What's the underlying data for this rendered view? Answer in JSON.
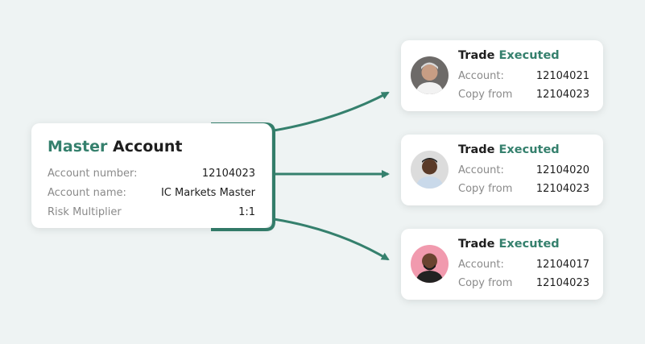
{
  "colors": {
    "accent": "#35806d",
    "background": "#eef3f3",
    "card": "#ffffff",
    "muted": "#8a8a8a"
  },
  "master": {
    "title_accent": "Master",
    "title_rest": "Account",
    "rows": [
      {
        "label": "Account number:",
        "value": "12104023"
      },
      {
        "label": "Account name:",
        "value": "IC Markets Master"
      },
      {
        "label": "Risk Multiplier",
        "value": "1:1"
      }
    ]
  },
  "trades": [
    {
      "title_plain": "Trade",
      "title_accent": "Executed",
      "avatar": "person-grey-hair-avatar",
      "account_label": "Account:",
      "account_value": "12104021",
      "copy_label": "Copy from",
      "copy_value": "12104023"
    },
    {
      "title_plain": "Trade",
      "title_accent": "Executed",
      "avatar": "person-smiling-avatar",
      "account_label": "Account:",
      "account_value": "12104020",
      "copy_label": "Copy from",
      "copy_value": "12104023"
    },
    {
      "title_plain": "Trade",
      "title_accent": "Executed",
      "avatar": "person-pink-background-avatar",
      "account_label": "Account:",
      "account_value": "12104017",
      "copy_label": "Copy from",
      "copy_value": "12104023"
    }
  ]
}
